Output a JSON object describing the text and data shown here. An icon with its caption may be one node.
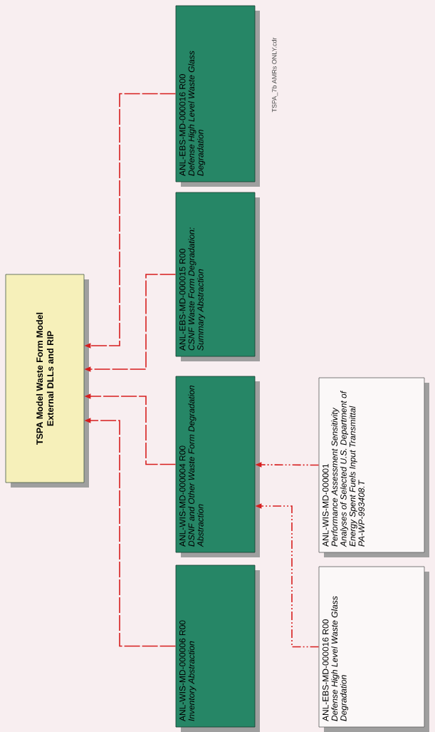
{
  "diagram": {
    "nodes": [
      {
        "text": [
          "TSPA Model Waste Form Model External DLLs and RIP"
        ]
      },
      {
        "text": [
          "ANL-WIS-MD-000006 R00",
          "Inventory Abstraction"
        ]
      },
      {
        "text": [
          "ANL-WIS-MD-000004 R00",
          "DSNF and Other Waste Form Degradation Abstraction"
        ]
      },
      {
        "text": [
          "ANL-EBS-MD-000015 R00",
          "CSNF Waste Form Degradation: Summary Abstraction"
        ]
      },
      {
        "text": [
          "ANL-EBS-MD-000016 R00",
          "Defense High Level Waste Glass Degradation"
        ]
      },
      {
        "text": [
          "ANL-EBS-MD-000016 R00",
          "Defense High Level Waste Glass Degradation"
        ]
      },
      {
        "text": [
          "ANL-WIS-MD-000001",
          "Performance Assessment Sensitivity Analyses of Selected U.S. Department of Energy Spent Fuels Input Transmittal PA-WP-993408.T"
        ]
      }
    ],
    "edges": [
      {
        "from": 1,
        "to": 0,
        "arrow": "to"
      },
      {
        "from": 2,
        "to": 0,
        "arrow": "to"
      },
      {
        "from": 3,
        "to": 0,
        "arrow": "to"
      },
      {
        "from": 4,
        "to": 0,
        "arrow": "to"
      },
      {
        "from": 6,
        "to": 2,
        "arrow": "to",
        "style": "dashed"
      },
      {
        "from": 5,
        "to": 2,
        "arrow": "to",
        "style": "dashed"
      }
    ],
    "labels": [
      "TSPA_7b AMRs ONLY.cdr"
    ]
  }
}
